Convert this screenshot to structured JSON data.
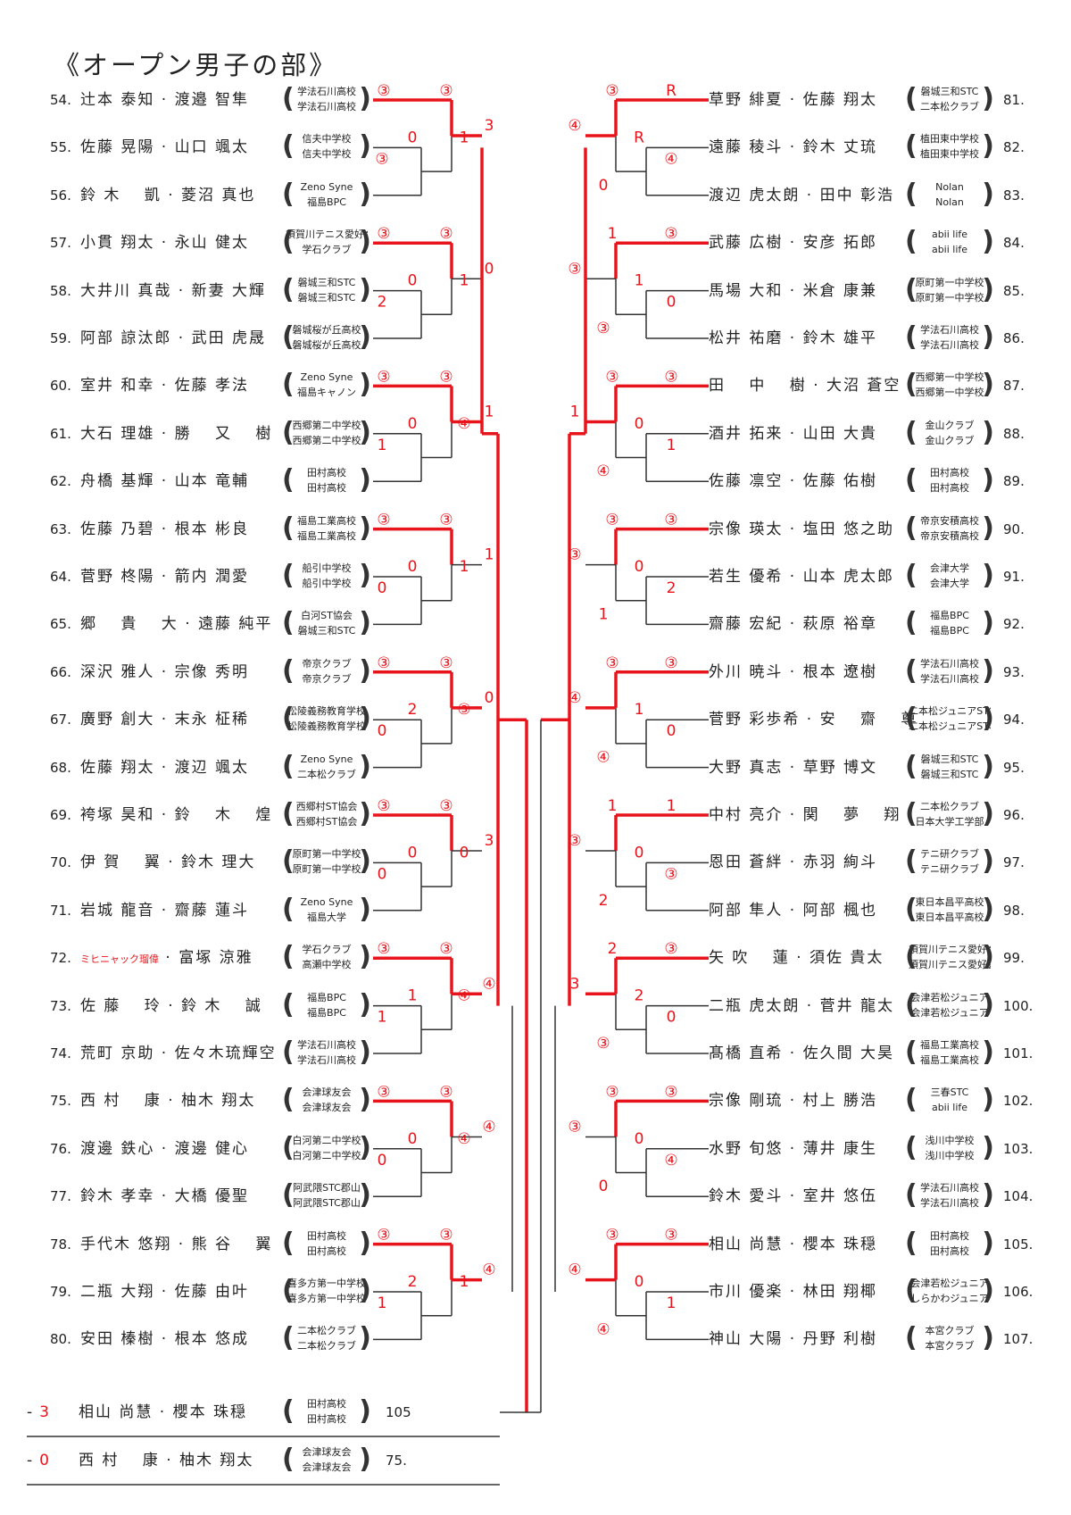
{
  "title": "《オープン男子の部》",
  "accent_color": "#e8141b",
  "left_entries": [
    {
      "no": "54.",
      "pair": "辻本 泰知 · 渡邉 智隼",
      "clubs": [
        "学法石川高校",
        "学法石川高校"
      ]
    },
    {
      "no": "55.",
      "pair": "佐藤 晃陽 · 山口 颯太",
      "clubs": [
        "信夫中学校",
        "信夫中学校"
      ]
    },
    {
      "no": "56.",
      "pair": "鈴 木 　凱 · 菱沼 真也",
      "clubs": [
        "Zeno Syne",
        "福島BPC"
      ]
    },
    {
      "no": "57.",
      "pair": "小貫 翔太 · 永山 健太",
      "clubs": [
        "須賀川テニス愛好会",
        "学石クラブ"
      ]
    },
    {
      "no": "58.",
      "pair": "大井川 真哉 · 新妻 大輝",
      "clubs": [
        "磐城三和STC",
        "磐城三和STC"
      ]
    },
    {
      "no": "59.",
      "pair": "阿部 諒汰郎 · 武田 虎晟",
      "clubs": [
        "磐城桜が丘高校",
        "磐城桜が丘高校"
      ]
    },
    {
      "no": "60.",
      "pair": "室井 和幸 · 佐藤 孝法",
      "clubs": [
        "Zeno Syne",
        "福島キャノン"
      ]
    },
    {
      "no": "61.",
      "pair": "大石 理雄 · 勝 　又 　樹",
      "clubs": [
        "西郷第二中学校",
        "西郷第二中学校"
      ]
    },
    {
      "no": "62.",
      "pair": "舟橋 基輝 · 山本 竜輔",
      "clubs": [
        "田村高校",
        "田村高校"
      ]
    },
    {
      "no": "63.",
      "pair": "佐藤 乃碧 · 根本 彬良",
      "clubs": [
        "福島工業高校",
        "福島工業高校"
      ]
    },
    {
      "no": "64.",
      "pair": "菅野 柊陽 · 箭内 潤愛",
      "clubs": [
        "船引中学校",
        "船引中学校"
      ]
    },
    {
      "no": "65.",
      "pair": "郷 　貴 　大 · 遠藤 純平",
      "clubs": [
        "白河ST協会",
        "磐城三和STC"
      ]
    },
    {
      "no": "66.",
      "pair": "深沢 雅人 · 宗像 秀明",
      "clubs": [
        "帝京クラブ",
        "帝京クラブ"
      ]
    },
    {
      "no": "67.",
      "pair": "廣野 創大 · 末永 柾稀",
      "clubs": [
        "松陵義務教育学校",
        "松陵義務教育学校"
      ]
    },
    {
      "no": "68.",
      "pair": "佐藤 翔太 · 渡辺 颯太",
      "clubs": [
        "Zeno Syne",
        "二本松クラブ"
      ]
    },
    {
      "no": "69.",
      "pair": "袴塚 昊和 · 鈴 　木 　煌",
      "clubs": [
        "西郷村ST協会",
        "西郷村ST協会"
      ]
    },
    {
      "no": "70.",
      "pair": "伊 賀 　翼 · 鈴木 理大",
      "clubs": [
        "原町第一中学校",
        "原町第一中学校"
      ]
    },
    {
      "no": "71.",
      "pair": "岩城 龍音 · 齋藤 蓮斗",
      "clubs": [
        "Zeno Syne",
        "福島大学"
      ]
    },
    {
      "no": "72.",
      "pair": "富塚 涼雅",
      "note": "ミヒニャック瑠偉",
      "clubs": [
        "学石クラブ",
        "高瀬中学校"
      ]
    },
    {
      "no": "73.",
      "pair": "佐 藤 　玲 · 鈴 木 　誠",
      "clubs": [
        "福島BPC",
        "福島BPC"
      ]
    },
    {
      "no": "74.",
      "pair": "荒町 京助 · 佐々木琉輝空",
      "clubs": [
        "学法石川高校",
        "学法石川高校"
      ]
    },
    {
      "no": "75.",
      "pair": "西 村 　康 · 柚木 翔太",
      "clubs": [
        "会津球友会",
        "会津球友会"
      ]
    },
    {
      "no": "76.",
      "pair": "渡邊 鉄心 · 渡邊 健心",
      "clubs": [
        "白河第二中学校",
        "白河第二中学校"
      ]
    },
    {
      "no": "77.",
      "pair": "鈴木 孝幸 · 大橋 優聖",
      "clubs": [
        "阿武隈STC郡山",
        "阿武隈STC郡山"
      ]
    },
    {
      "no": "78.",
      "pair": "手代木 悠翔 · 熊 谷 　翼",
      "clubs": [
        "田村高校",
        "田村高校"
      ]
    },
    {
      "no": "79.",
      "pair": "二瓶 大翔 · 佐藤 由叶",
      "clubs": [
        "喜多方第一中学校",
        "喜多方第一中学校"
      ]
    },
    {
      "no": "80.",
      "pair": "安田 榛樹 · 根本 悠成",
      "clubs": [
        "二本松クラブ",
        "二本松クラブ"
      ]
    }
  ],
  "right_entries": [
    {
      "no": "81.",
      "pair": "草野 緋夏 · 佐藤 翔太",
      "clubs": [
        "磐城三和STC",
        "二本松クラブ"
      ]
    },
    {
      "no": "82.",
      "pair": "遠藤 稜斗 · 鈴木 丈琉",
      "clubs": [
        "植田東中学校",
        "植田東中学校"
      ]
    },
    {
      "no": "83.",
      "pair": "渡辺 虎太朗 · 田中 彰浩",
      "clubs": [
        "Nolan",
        "Nolan"
      ]
    },
    {
      "no": "84.",
      "pair": "武藤 広樹 · 安彦 拓郎",
      "clubs": [
        "abii life",
        "abii life"
      ]
    },
    {
      "no": "85.",
      "pair": "馬場 大和 · 米倉 康兼",
      "clubs": [
        "原町第一中学校",
        "原町第一中学校"
      ]
    },
    {
      "no": "86.",
      "pair": "松井 祐磨 · 鈴木 雄平",
      "clubs": [
        "学法石川高校",
        "学法石川高校"
      ]
    },
    {
      "no": "87.",
      "pair": "田 　中 　樹 · 大沼 蒼空",
      "clubs": [
        "西郷第一中学校",
        "西郷第一中学校"
      ]
    },
    {
      "no": "88.",
      "pair": "酒井 拓来 · 山田 大貴",
      "clubs": [
        "金山クラブ",
        "金山クラブ"
      ]
    },
    {
      "no": "89.",
      "pair": "佐藤 凛空 · 佐藤 佑樹",
      "clubs": [
        "田村高校",
        "田村高校"
      ]
    },
    {
      "no": "90.",
      "pair": "宗像 瑛太 · 塩田 悠之助",
      "clubs": [
        "帝京安積高校",
        "帝京安積高校"
      ]
    },
    {
      "no": "91.",
      "pair": "若生 優希 · 山本 虎太郎",
      "clubs": [
        "会津大学",
        "会津大学"
      ]
    },
    {
      "no": "92.",
      "pair": "齋藤 宏紀 · 萩原 裕章",
      "clubs": [
        "福島BPC",
        "福島BPC"
      ]
    },
    {
      "no": "93.",
      "pair": "外川 暁斗 · 根本 遼樹",
      "clubs": [
        "学法石川高校",
        "学法石川高校"
      ]
    },
    {
      "no": "94.",
      "pair": "菅野 彩歩希 · 安 　齋 　尊",
      "clubs": [
        "二本松ジュニアSTC",
        "二本松ジュニアSTC"
      ]
    },
    {
      "no": "95.",
      "pair": "大野 真志 · 草野 博文",
      "clubs": [
        "磐城三和STC",
        "磐城三和STC"
      ]
    },
    {
      "no": "96.",
      "pair": "中村 亮介 · 関 　夢 　翔",
      "clubs": [
        "二本松クラブ",
        "日本大学工学部"
      ]
    },
    {
      "no": "97.",
      "pair": "恩田 蒼絆 · 赤羽 絢斗",
      "clubs": [
        "テニ研クラブ",
        "テニ研クラブ"
      ]
    },
    {
      "no": "98.",
      "pair": "阿部 隼人 · 阿部 楓也",
      "clubs": [
        "東日本昌平高校",
        "東日本昌平高校"
      ]
    },
    {
      "no": "99.",
      "pair": "矢 吹 　蓮 · 須佐 貴太",
      "clubs": [
        "須賀川テニス愛好会",
        "須賀川テニス愛好会"
      ]
    },
    {
      "no": "100.",
      "pair": "二瓶 虎太朗 · 菅井 龍太",
      "clubs": [
        "会津若松ジュニア",
        "会津若松ジュニア"
      ]
    },
    {
      "no": "101.",
      "pair": "髙橋 直希 · 佐久間 大昊",
      "clubs": [
        "福島工業高校",
        "福島工業高校"
      ]
    },
    {
      "no": "102.",
      "pair": "宗像 剛琉 · 村上 勝浩",
      "clubs": [
        "三春STC",
        "abii life"
      ]
    },
    {
      "no": "103.",
      "pair": "水野 旬悠 · 薄井 康生",
      "clubs": [
        "浅川中学校",
        "浅川中学校"
      ]
    },
    {
      "no": "104.",
      "pair": "鈴木 愛斗 · 室井 悠伍",
      "clubs": [
        "学法石川高校",
        "学法石川高校"
      ]
    },
    {
      "no": "105.",
      "pair": "相山 尚慧 · 櫻本 珠穏",
      "clubs": [
        "田村高校",
        "田村高校"
      ]
    },
    {
      "no": "106.",
      "pair": "市川 優楽 · 林田 翔椰",
      "clubs": [
        "会津若松ジュニア",
        "しらかわジュニア"
      ]
    },
    {
      "no": "107.",
      "pair": "神山 大陽 · 丹野 利樹",
      "clubs": [
        "本宮クラブ",
        "本宮クラブ"
      ]
    }
  ],
  "final_results": [
    {
      "score": "3",
      "pair": "相山 尚慧 · 櫻本 珠穏",
      "clubs": [
        "田村高校",
        "田村高校"
      ],
      "no": "105"
    },
    {
      "score": "0",
      "pair": "西 村 　康 · 柚木 翔太",
      "clubs": [
        "会津球友会",
        "会津球友会"
      ],
      "no": "75."
    }
  ],
  "score_marks": {
    "left": [
      [
        "③",
        "③",
        "0",
        "③",
        "1",
        "3"
      ],
      [
        "③",
        "③",
        "0",
        "2",
        "1",
        "0"
      ],
      [
        "③",
        "③",
        "0",
        "1",
        "④",
        "1"
      ],
      [
        "③",
        "③",
        "0",
        "0",
        "1",
        "1"
      ],
      [
        "③",
        "③",
        "2",
        "0",
        "③",
        "0"
      ],
      [
        "③",
        "③",
        "0",
        "0",
        "0",
        "3"
      ],
      [
        "③",
        "③",
        "1",
        "1",
        "④",
        "④"
      ],
      [
        "③",
        "③",
        "0",
        "0",
        "④",
        "④"
      ],
      [
        "③",
        "③",
        "2",
        "1",
        "1",
        "④"
      ]
    ],
    "right": [
      [
        "③",
        "R",
        "R",
        "④",
        "0",
        "④"
      ],
      [
        "1",
        "③",
        "1",
        "0",
        "③",
        "③"
      ],
      [
        "③",
        "③",
        "0",
        "1",
        "④",
        "1"
      ],
      [
        "③",
        "③",
        "0",
        "2",
        "1",
        "③"
      ],
      [
        "③",
        "③",
        "1",
        "0",
        "④",
        "④"
      ],
      [
        "1",
        "1",
        "0",
        "③",
        "2",
        "③"
      ],
      [
        "2",
        "③",
        "2",
        "0",
        "③",
        "3"
      ],
      [
        "③",
        "③",
        "0",
        "④",
        "0",
        "③"
      ],
      [
        "③",
        "③",
        "0",
        "1",
        "④",
        "④"
      ]
    ]
  }
}
